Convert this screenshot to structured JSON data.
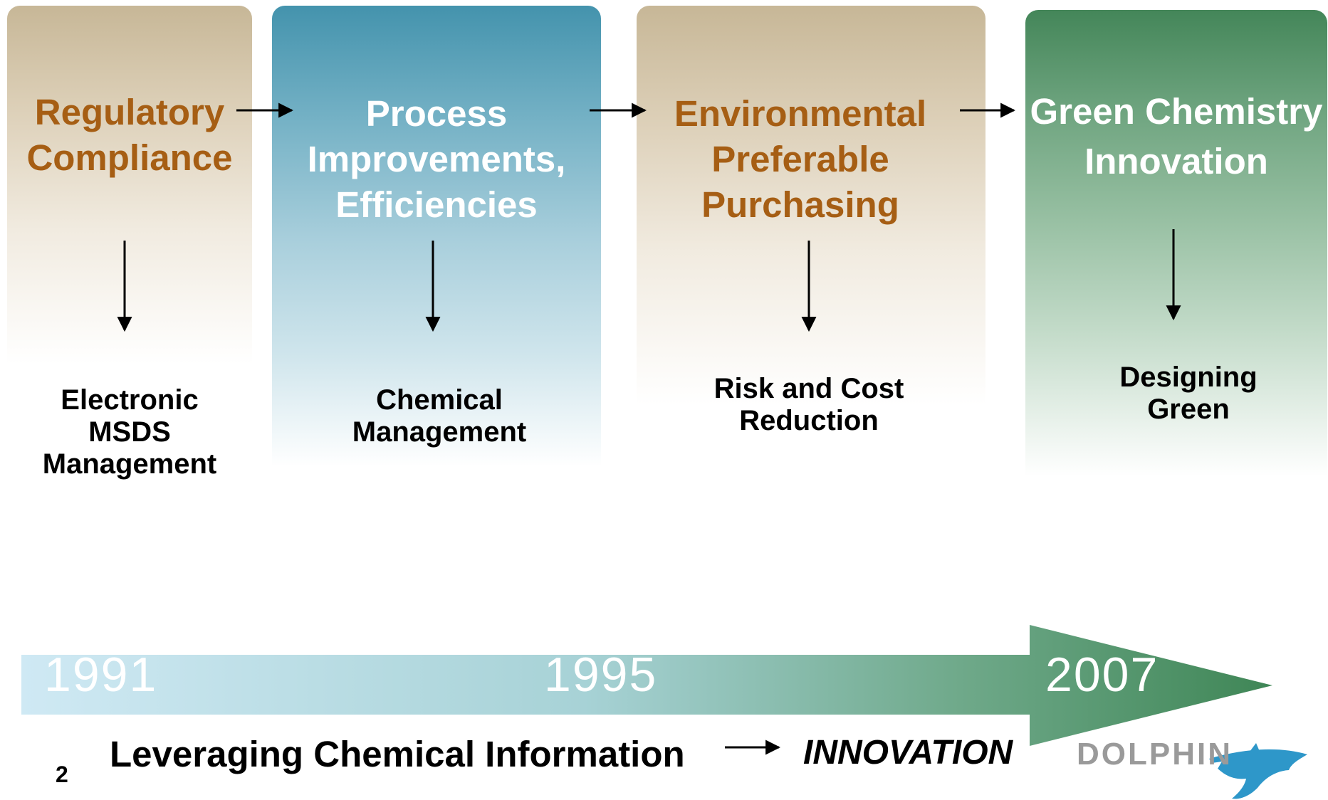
{
  "columns": [
    {
      "heading_lines": [
        "Regulatory",
        "Compliance"
      ],
      "sub_lines": [
        "Electronic",
        "MSDS",
        "Management"
      ],
      "heading_color": "#a65e14",
      "panel_color": "#c7b797"
    },
    {
      "heading_lines": [
        "Process",
        "Improvements,",
        "Efficiencies"
      ],
      "sub_lines": [
        "Chemical",
        "Management"
      ],
      "heading_color": "#ffffff",
      "panel_color": "#4493ad"
    },
    {
      "heading_lines": [
        "Environmental",
        "Preferable",
        "Purchasing"
      ],
      "sub_lines": [
        "Risk and Cost",
        "Reduction"
      ],
      "heading_color": "#a65e14",
      "panel_color": "#c7b797"
    },
    {
      "heading_lines": [
        "Green Chemistry",
        "Innovation"
      ],
      "sub_lines": [
        "Designing",
        "Green"
      ],
      "heading_color": "#ffffff",
      "panel_color": "#448659"
    }
  ],
  "timeline": {
    "years": [
      "1991",
      "1995",
      "2007"
    ],
    "start_color": "#cfe9f4",
    "end_color": "#3f8656"
  },
  "footer": {
    "page_number": "2",
    "tagline": "Leveraging Chemical Information",
    "innovation": "INNOVATION"
  },
  "logo": {
    "text": "DOLPHIN",
    "dolphin_color": "#2e97c9"
  }
}
